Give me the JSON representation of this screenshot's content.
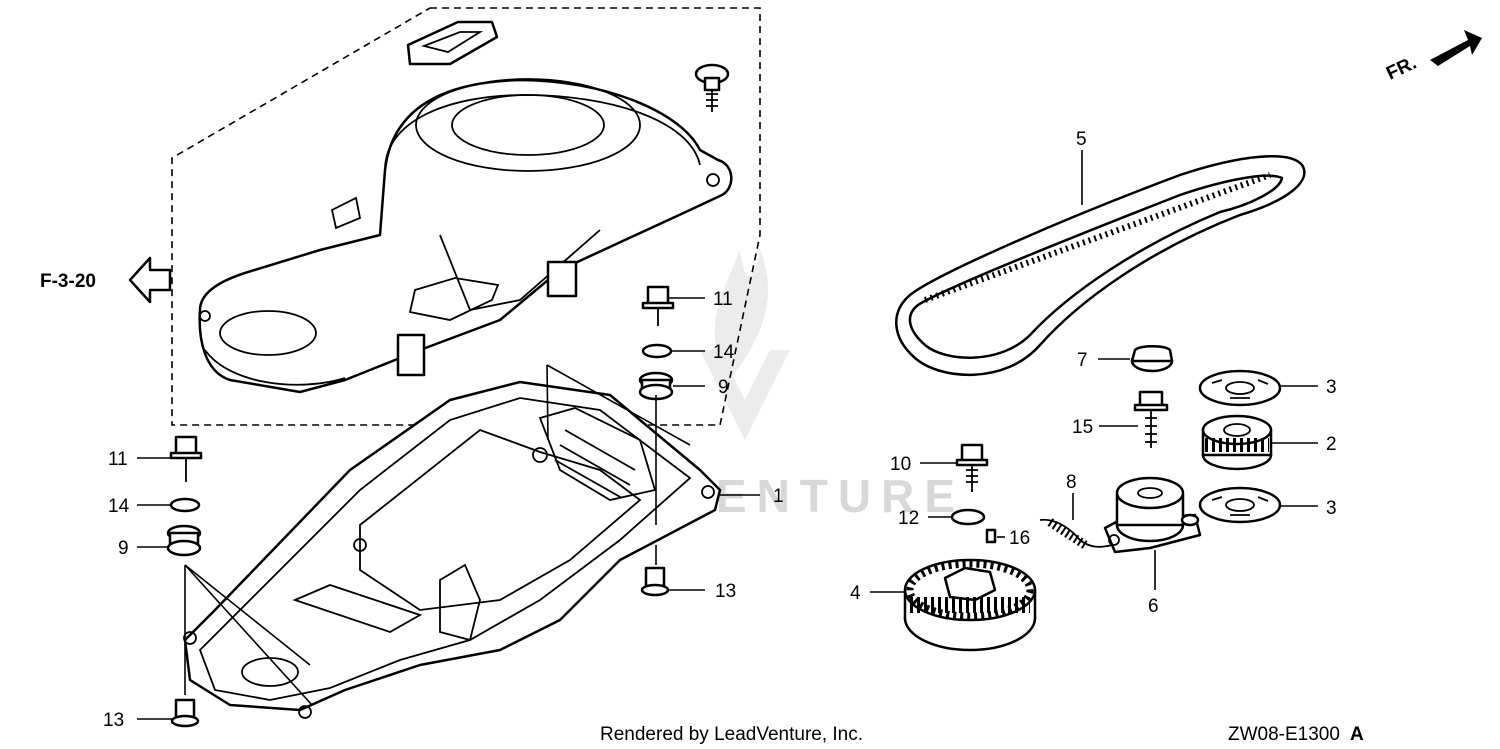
{
  "reference": {
    "code": "F-3-20"
  },
  "front_marker": {
    "text": "FR."
  },
  "callouts": {
    "c1": "1",
    "c2": "2",
    "c3a": "3",
    "c3b": "3",
    "c4": "4",
    "c5": "5",
    "c6": "6",
    "c7": "7",
    "c8": "8",
    "c9a": "9",
    "c9b": "9",
    "c10": "10",
    "c11a": "11",
    "c11b": "11",
    "c12": "12",
    "c13a": "13",
    "c13b": "13",
    "c14a": "14",
    "c14b": "14",
    "c15": "15",
    "c16": "16"
  },
  "footer": {
    "credit": "Rendered by LeadVenture, Inc.",
    "diagram_code": "ZW08-E1300",
    "revision": "A"
  },
  "watermark": {
    "text": "LEADVENTURE"
  }
}
